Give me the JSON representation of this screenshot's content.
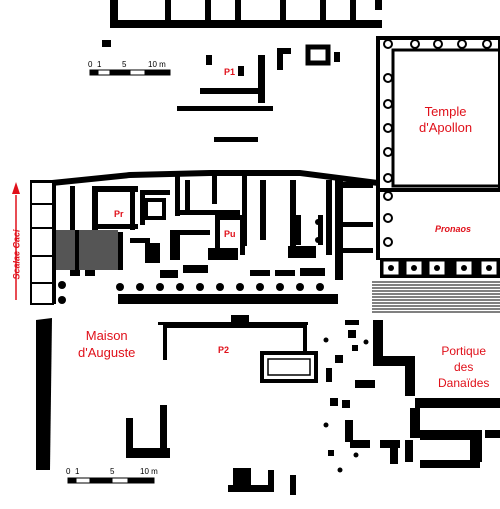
{
  "map": {
    "labels": {
      "temple": "Temple\nd'Apollon",
      "pronaos": "Pronaos",
      "maison": "Maison\nd'Auguste",
      "portique": "Portique\ndes\nDanaïdes",
      "scalae": "Scalae Caci",
      "p1": "P1",
      "p2": "P2",
      "pr": "Pr",
      "pu": "Pu"
    },
    "scale_top": {
      "ticks": [
        "0",
        "1",
        "5",
        "10 m"
      ]
    },
    "scale_bottom": {
      "ticks": [
        "0",
        "1",
        "5",
        "10 m"
      ]
    },
    "colors": {
      "label": "#e0101a",
      "wall": "#000000",
      "shade": "#555555"
    }
  }
}
